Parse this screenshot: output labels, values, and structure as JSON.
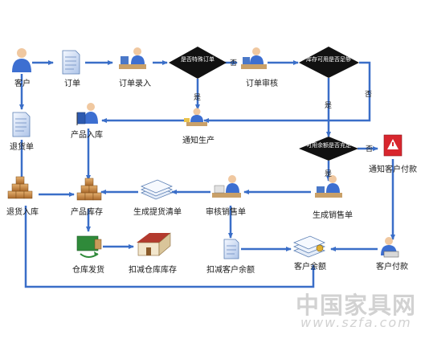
{
  "nodes": {
    "customer": "客户",
    "order": "订单",
    "order_entry": "订单录入",
    "decision_special_order": "是否特殊订单",
    "order_review": "订单审核",
    "decision_stock_enough": "库存可用是否足够",
    "return_order": "退货单",
    "product_in": "产品入库",
    "notify_production": "通知生产",
    "decision_balance_enough": "可用余额是否充足",
    "notify_customer_payment": "通知客户付款",
    "return_in": "退货入库",
    "product_stock": "产品库存",
    "gen_delivery_list": "生成提货清单",
    "review_sales_order": "审核销售单",
    "gen_sales_order": "生成销售单",
    "warehouse_ship": "仓库发货",
    "deduct_stock": "扣减仓库库存",
    "deduct_balance": "扣减客户余额",
    "customer_balance": "客户余额",
    "customer_payment": "客户付款"
  },
  "edge_labels": {
    "yes": "是",
    "no": "否"
  },
  "watermark": {
    "brand": "中国家具网",
    "url": "www.szfa.com"
  },
  "colors": {
    "arrow": "#3a6ec8",
    "diamond": "#111111",
    "person": "#3d6fd1"
  }
}
